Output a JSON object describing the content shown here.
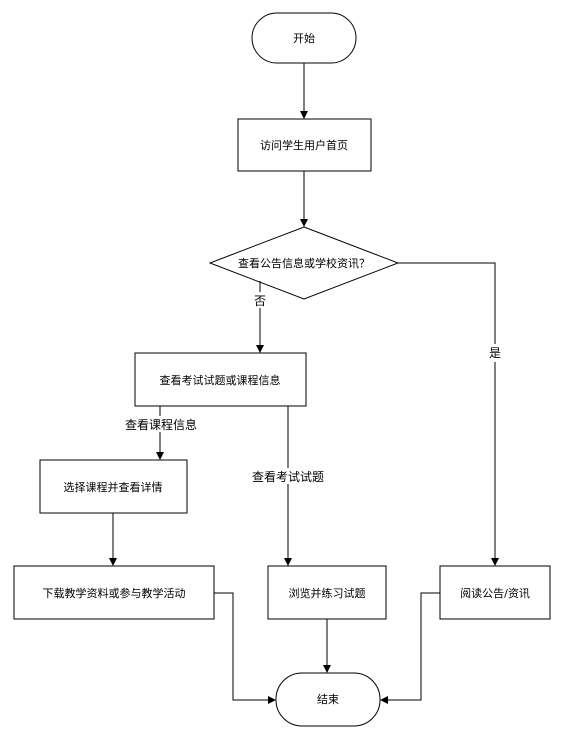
{
  "nodes": {
    "start": "开始",
    "visit_home": "访问学生用户首页",
    "decision": "查看公告信息或学校资讯？",
    "view_exam_or_course": "查看考试试题或课程信息",
    "select_course": "选择课程并查看详情",
    "download": "下载教学资料或参与教学活动",
    "browse_exam": "浏览并练习试题",
    "read_notice": "阅读公告/资讯",
    "end": "结束"
  },
  "edge_labels": {
    "no": "否",
    "yes": "是",
    "view_course_info": "查看课程信息",
    "view_exam": "查看考试试题"
  },
  "colors": {
    "line": "#000000",
    "fill": "#ffffff"
  }
}
